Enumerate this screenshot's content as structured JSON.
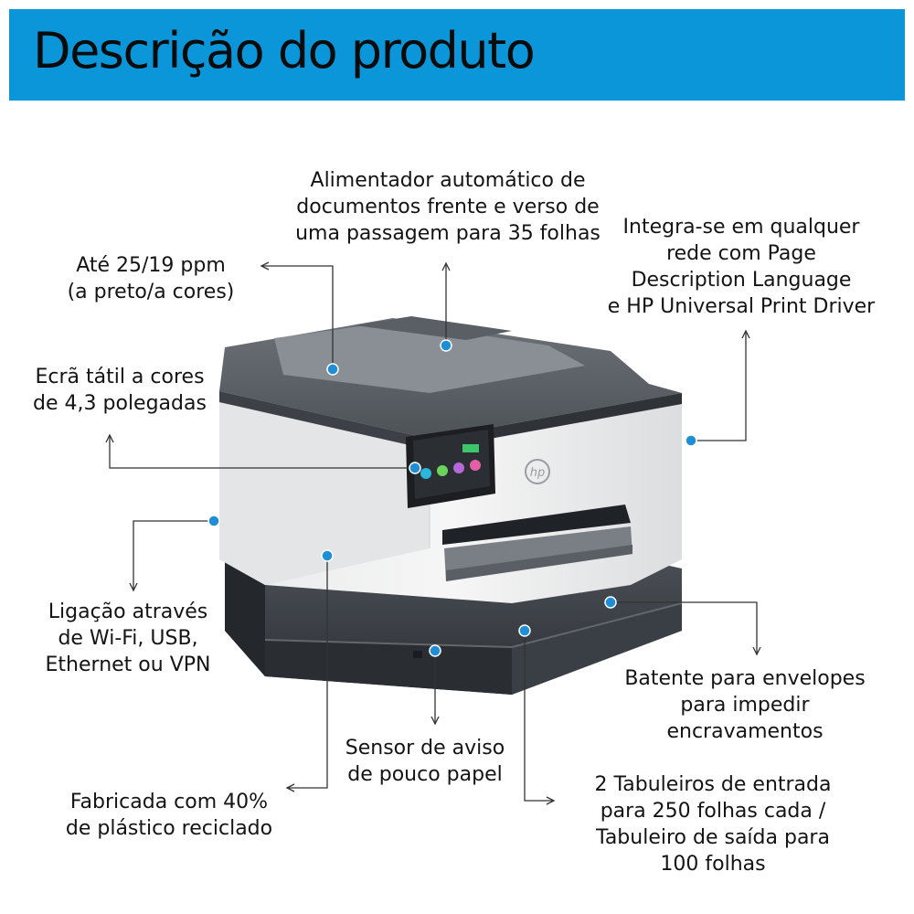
{
  "header": {
    "title": "Descrição do produto"
  },
  "brand": {
    "logo_text": "hp",
    "accent_color": "#0a96d8",
    "dot_color": "#1e8fd6"
  },
  "callouts": {
    "adf": {
      "lines": [
        "Alimentador automático de",
        "documentos frente e verso de",
        "uma passagem para 35 folhas"
      ]
    },
    "ppm": {
      "lines": [
        "Até 25/19 ppm",
        "(a preto/a cores)"
      ]
    },
    "network": {
      "lines": [
        "Integra-se em qualquer",
        "rede com Page",
        "Description Language",
        "e HP Universal Print Driver"
      ]
    },
    "touchscreen": {
      "lines": [
        "Ecrã tátil a cores",
        "de 4,3 polegadas"
      ]
    },
    "connectivity": {
      "lines": [
        "Ligação através",
        "de Wi-Fi, USB,",
        "Ethernet ou VPN"
      ]
    },
    "envelope": {
      "lines": [
        "Batente para envelopes",
        "para impedir",
        "encravamentos"
      ]
    },
    "sensor": {
      "lines": [
        "Sensor de aviso",
        "de pouco papel"
      ]
    },
    "recycled": {
      "lines": [
        "Fabricada com 40%",
        "de plástico reciclado"
      ]
    },
    "trays": {
      "lines": [
        "2 Tabuleiros de entrada",
        "para 250 folhas cada /",
        "Tabuleiro de saída para",
        "100 folhas"
      ]
    }
  }
}
